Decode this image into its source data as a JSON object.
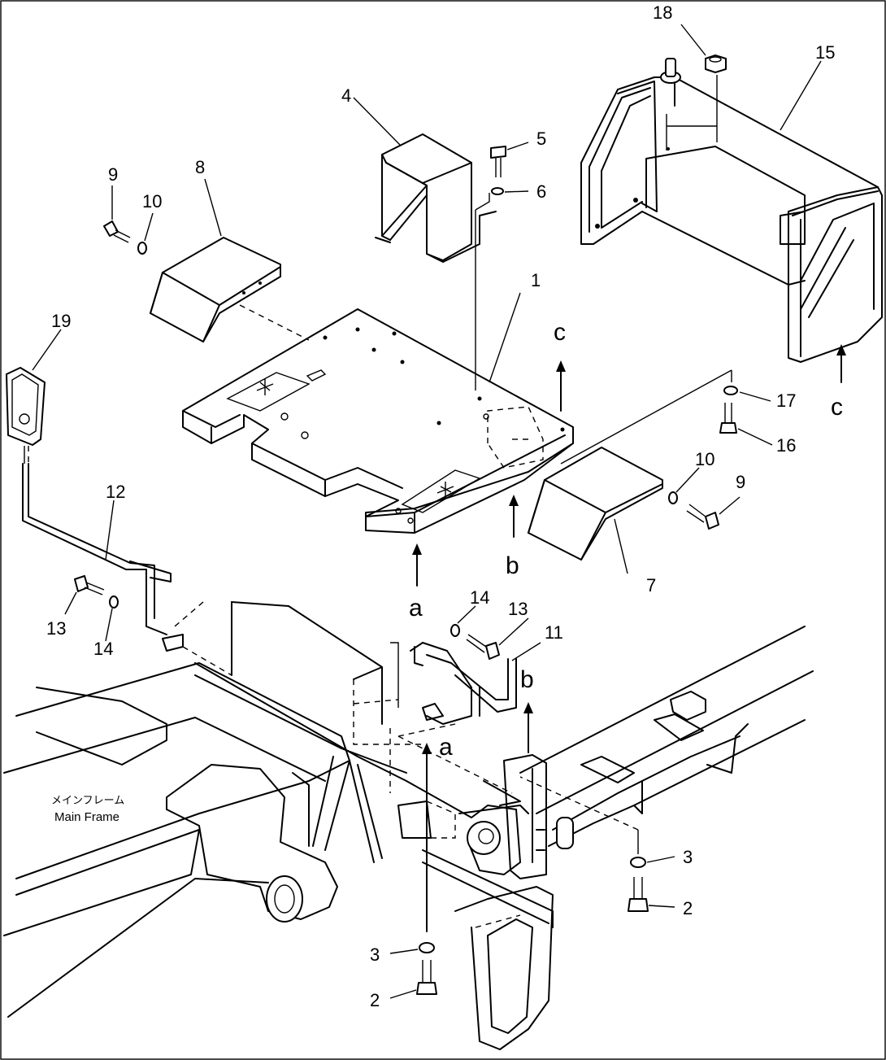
{
  "diagram": {
    "part_numbers": {
      "p1": "1",
      "p2a": "2",
      "p2b": "2",
      "p3a": "3",
      "p3b": "3",
      "p4": "4",
      "p5": "5",
      "p6": "6",
      "p7": "7",
      "p8": "8",
      "p9a": "9",
      "p9b": "9",
      "p10a": "10",
      "p10b": "10",
      "p11": "11",
      "p12": "12",
      "p13a": "13",
      "p13b": "13",
      "p14a": "14",
      "p14b": "14",
      "p15": "15",
      "p16": "16",
      "p17": "17",
      "p18": "18",
      "p19": "19"
    },
    "reference_letters": {
      "a1": "a",
      "a2": "a",
      "b1": "b",
      "b2": "b",
      "c1": "c",
      "c2": "c"
    },
    "frame_label_jp": "メインフレーム",
    "frame_label_en": "Main Frame"
  }
}
